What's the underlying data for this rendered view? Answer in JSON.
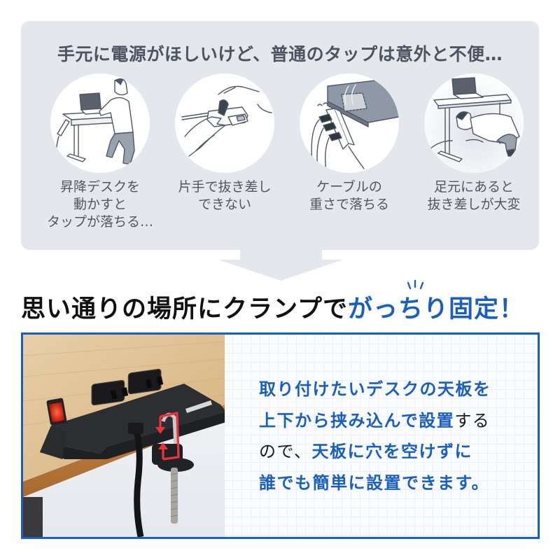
{
  "problem_section": {
    "title": "手元に電源がほしいけど、普通のタップは意外と不便…",
    "items": [
      {
        "icon": "standing-desk-illustration",
        "caption": "昇降デスクを\n動かすと\nタップが落ちる…"
      },
      {
        "icon": "one-hand-unplug-illustration",
        "caption": "片手で抜き差し\nできない"
      },
      {
        "icon": "cable-weight-illustration",
        "caption": "ケーブルの\n重さで落ちる"
      },
      {
        "icon": "under-desk-illustration",
        "caption": "足元にあると\n抜き差しが大変"
      }
    ]
  },
  "headline": {
    "text_black": "思い通りの場所にクランプで",
    "text_accent": "がっちり固定！"
  },
  "clamp_section": {
    "photo_alt": "clamp-power-strip-photo",
    "description": {
      "line1": "取り付けたいデスクの天板を",
      "line2_blue": "上下から挟み込んで設置",
      "line2_black": "する",
      "line3_black": "ので、",
      "line3_blue": "天板に穴を空けずに",
      "line4": "誰でも簡単に設置できます。"
    }
  },
  "colors": {
    "accent_blue": "#1a5fbf",
    "panel_gray": "#e4e7ec",
    "title_gray": "#4c5462",
    "arrow_red": "#e8343c"
  }
}
